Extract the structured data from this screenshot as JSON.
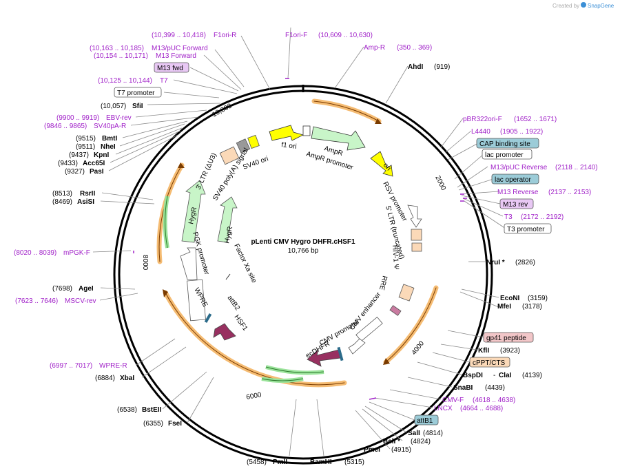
{
  "app": {
    "credit_prefix": "Created by",
    "credit_brand": "SnapGene"
  },
  "map": {
    "name": "pLenti CMV Hygro DHFR.cHSF1",
    "size_label": "10,766 bp",
    "ticks": [
      "2000",
      "4000",
      "6000",
      "8000",
      "10,000"
    ]
  },
  "colors": {
    "primer": "#a020c8",
    "primer_box_fill": "#e8c8f4",
    "enzyme": "#000000",
    "feature_box_blue": "#9cccd8",
    "feature_box_peach": "#fbd9b8",
    "feature_box_pink": "#f2c6c8",
    "orf_green": "#c8f5c8",
    "orf_yellow": "#ffff00",
    "hsf1_maroon": "#983060",
    "pill_orange": "#f3b05a"
  },
  "left_labels": [
    {
      "label": "F1ori-R",
      "range": "(10,399 .. 10,418)",
      "kind": "primer"
    },
    {
      "label": "M13/pUC Forward",
      "range": "(10,163 .. 10,185)",
      "kind": "primer"
    },
    {
      "label": "M13 Forward",
      "range": "(10,154 .. 10,171)",
      "kind": "primer"
    },
    {
      "label": "M13 fwd",
      "range": "",
      "kind": "primer-box"
    },
    {
      "label": "T7",
      "range": "(10,125 .. 10,144)",
      "kind": "primer"
    },
    {
      "label": "T7 promoter",
      "range": "",
      "kind": "feature-box"
    },
    {
      "label": "SfiI",
      "range": "(10,057)",
      "kind": "enzyme"
    },
    {
      "label": "EBV-rev",
      "range": "(9900 .. 9919)",
      "kind": "primer"
    },
    {
      "label": "SV40pA-R",
      "range": "(9846 .. 9865)",
      "kind": "primer"
    },
    {
      "label": "BmtI",
      "range": "(9515)",
      "kind": "enzyme"
    },
    {
      "label": "NheI",
      "range": "(9511)",
      "kind": "enzyme"
    },
    {
      "label": "KpnI",
      "range": "(9437)",
      "kind": "enzyme"
    },
    {
      "label": "Acc65I",
      "range": "(9433)",
      "kind": "enzyme"
    },
    {
      "label": "PasI",
      "range": "(9327)",
      "kind": "enzyme"
    },
    {
      "label": "RsrII",
      "range": "(8513)",
      "kind": "enzyme"
    },
    {
      "label": "AsiSI",
      "range": "(8469)",
      "kind": "enzyme"
    },
    {
      "label": "mPGK-F",
      "range": "(8020 .. 8039)",
      "kind": "primer"
    },
    {
      "label": "AgeI",
      "range": "(7698)",
      "kind": "enzyme"
    },
    {
      "label": "MSCV-rev",
      "range": "(7623 .. 7646)",
      "kind": "primer"
    },
    {
      "label": "WPRE-R",
      "range": "(6997 .. 7017)",
      "kind": "primer"
    },
    {
      "label": "XbaI",
      "range": "(6884)",
      "kind": "enzyme"
    },
    {
      "label": "BstEII",
      "range": "(6538)",
      "kind": "enzyme"
    },
    {
      "label": "FseI",
      "range": "(6355)",
      "kind": "enzyme"
    }
  ],
  "top_labels": [
    {
      "label": "F1ori-F",
      "range": "(10,609 .. 10,630)",
      "kind": "primer"
    },
    {
      "label": "Amp-R",
      "range": "(350 .. 369)",
      "kind": "primer"
    },
    {
      "label": "AhdI",
      "range": "(919)",
      "kind": "enzyme"
    }
  ],
  "right_labels": [
    {
      "label": "pBR322ori-F",
      "range": "(1652 .. 1671)",
      "kind": "primer"
    },
    {
      "label": "L4440",
      "range": "(1905 .. 1922)",
      "kind": "primer"
    },
    {
      "label": "CAP binding site",
      "range": "",
      "kind": "feature-box-blue"
    },
    {
      "label": "lac promoter",
      "range": "",
      "kind": "feature-box"
    },
    {
      "label": "M13/pUC Reverse",
      "range": "(2118 .. 2140)",
      "kind": "primer"
    },
    {
      "label": "lac operator",
      "range": "",
      "kind": "feature-box-blue"
    },
    {
      "label": "M13 Reverse",
      "range": "(2137 .. 2153)",
      "kind": "primer"
    },
    {
      "label": "M13 rev",
      "range": "",
      "kind": "primer-box"
    },
    {
      "label": "T3",
      "range": "(2172 .. 2192)",
      "kind": "primer"
    },
    {
      "label": "T3 promoter",
      "range": "",
      "kind": "feature-box"
    },
    {
      "label": "NruI *",
      "range": "(2826)",
      "kind": "enzyme"
    },
    {
      "label": "EcoNI",
      "range": "(3159)",
      "kind": "enzyme"
    },
    {
      "label": "MfeI",
      "range": "(3178)",
      "kind": "enzyme"
    },
    {
      "label": "gp41 peptide",
      "range": "",
      "kind": "feature-box-pink"
    },
    {
      "label": "KflI",
      "range": "(3923)",
      "kind": "enzyme"
    },
    {
      "label": "cPPT/CTS",
      "range": "",
      "kind": "feature-box-peach"
    },
    {
      "label": "BspDI",
      "range": "",
      "kind": "enzyme"
    },
    {
      "label": "ClaI",
      "range": "(4139)",
      "kind": "enzyme"
    },
    {
      "label": "SnaBI",
      "range": "(4439)",
      "kind": "enzyme"
    },
    {
      "label": "CMV-F",
      "range": "(4618 .. 4638)",
      "kind": "primer"
    },
    {
      "label": "LNCX",
      "range": "(4664 .. 4688)",
      "kind": "primer"
    },
    {
      "label": "attB1",
      "range": "",
      "kind": "feature-box-blue"
    },
    {
      "label": "SalI",
      "range": "(4814)",
      "kind": "enzyme"
    },
    {
      "label": "BclI *",
      "range": "(4824)",
      "kind": "enzyme"
    },
    {
      "label": "PmeI",
      "range": "(4915)",
      "kind": "enzyme"
    }
  ],
  "bottom_labels": [
    {
      "label": "PmlI",
      "range": "(5458)",
      "kind": "enzyme"
    },
    {
      "label": "BamHI",
      "range": "(5315)",
      "kind": "enzyme"
    }
  ],
  "features": [
    "f1 ori",
    "AmpR",
    "AmpR promoter",
    "ori",
    "RSV promoter",
    "5' LTR (truncated)",
    "HIV-1 Ψ",
    "RRE",
    "CMV enhancer",
    "CMV promoter",
    "ecDHFR",
    "HSF1",
    "attB2",
    "WPRE",
    "PGK promoter",
    "HygR",
    "HygR",
    "Factor Xa site",
    "3' LTR (ΔU3)",
    "SV40 poly(A) signal",
    "SV40 ori"
  ]
}
